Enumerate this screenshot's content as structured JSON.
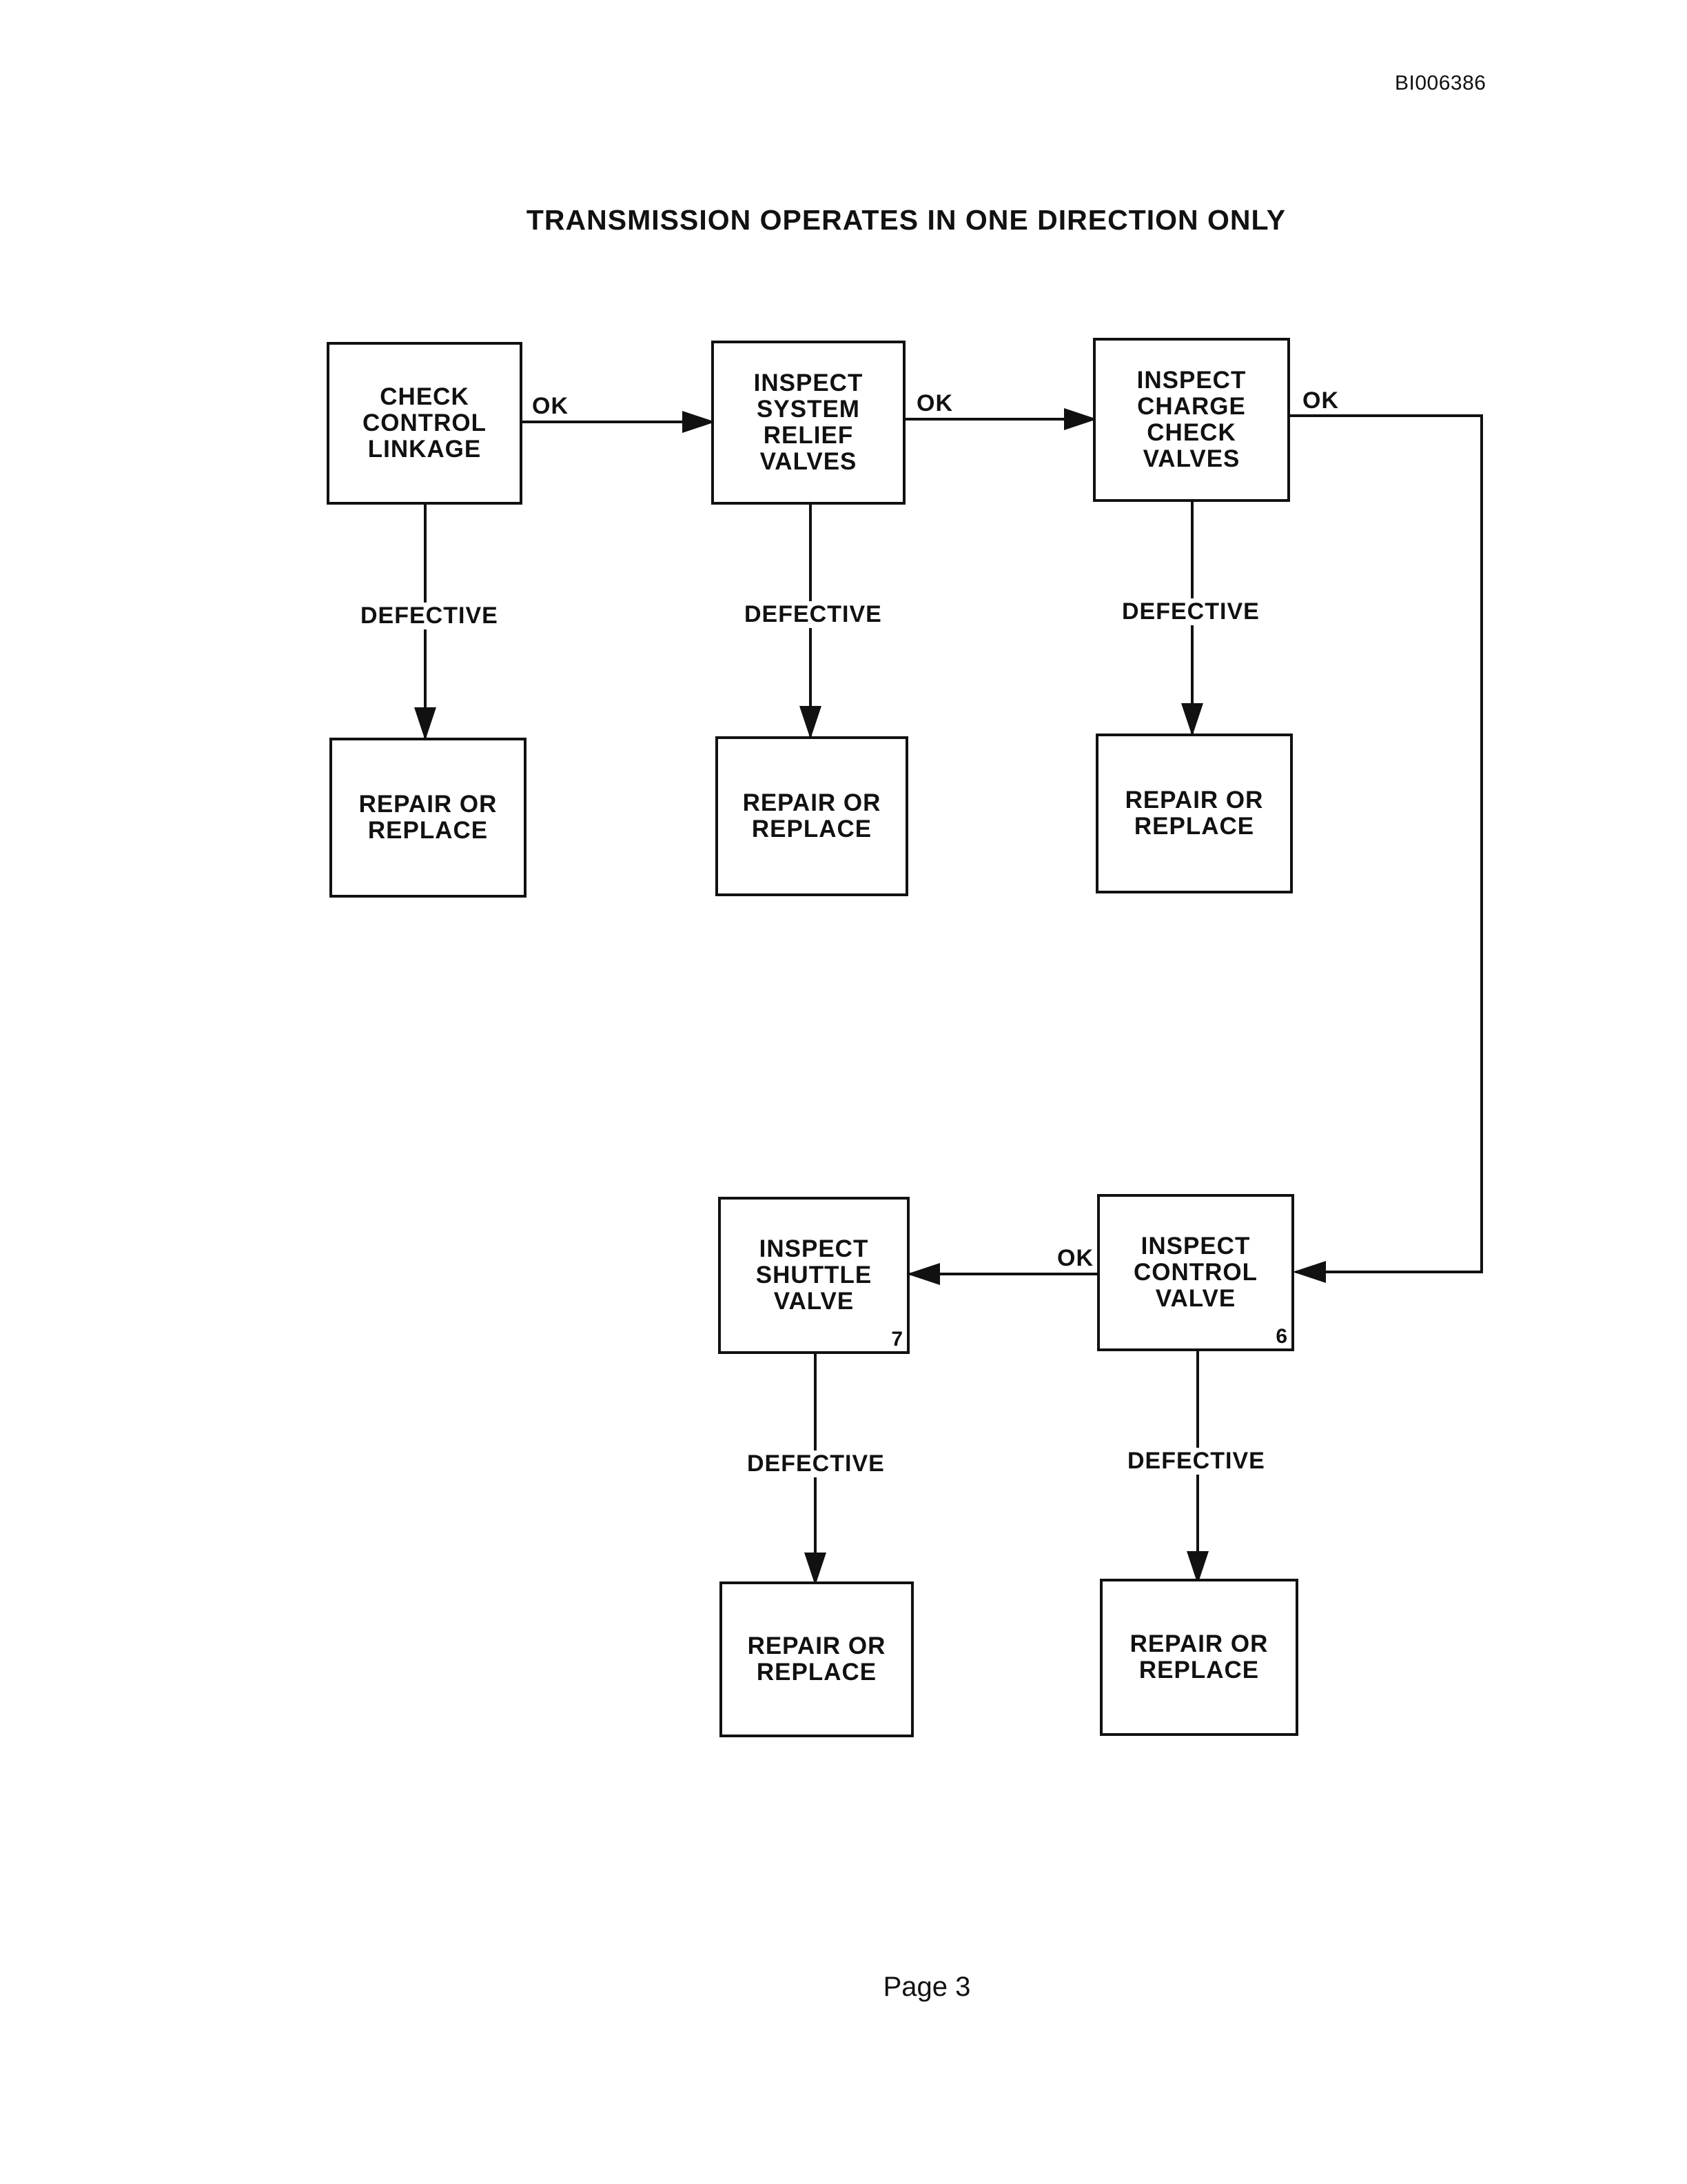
{
  "doc_id": "BI006386",
  "title": "TRANSMISSION OPERATES IN ONE DIRECTION ONLY",
  "nodes": {
    "check_control_linkage": {
      "label": "CHECK\nCONTROL\nLINKAGE",
      "number": ""
    },
    "inspect_system_relief_valves": {
      "label": "INSPECT\nSYSTEM\nRELIEF\nVALVES",
      "number": ""
    },
    "inspect_charge_check_valves": {
      "label": "INSPECT\nCHARGE\nCHECK\nVALVES",
      "number": ""
    },
    "inspect_control_valve": {
      "label": "INSPECT\nCONTROL\nVALVE",
      "number": "6"
    },
    "inspect_shuttle_valve": {
      "label": "INSPECT\nSHUTTLE\nVALVE",
      "number": "7"
    },
    "repair_1": {
      "label": "REPAIR OR\nREPLACE"
    },
    "repair_2": {
      "label": "REPAIR OR\nREPLACE"
    },
    "repair_3": {
      "label": "REPAIR OR\nREPLACE"
    },
    "repair_4": {
      "label": "REPAIR OR\nREPLACE"
    },
    "repair_5": {
      "label": "REPAIR OR\nREPLACE"
    }
  },
  "edges": {
    "ok_1": "OK",
    "ok_2": "OK",
    "ok_3": "OK",
    "ok_4": "OK",
    "defective_1": "DEFECTIVE",
    "defective_2": "DEFECTIVE",
    "defective_3": "DEFECTIVE",
    "defective_4": "DEFECTIVE",
    "defective_5": "DEFECTIVE"
  },
  "footer": {
    "page": "Page 3"
  }
}
